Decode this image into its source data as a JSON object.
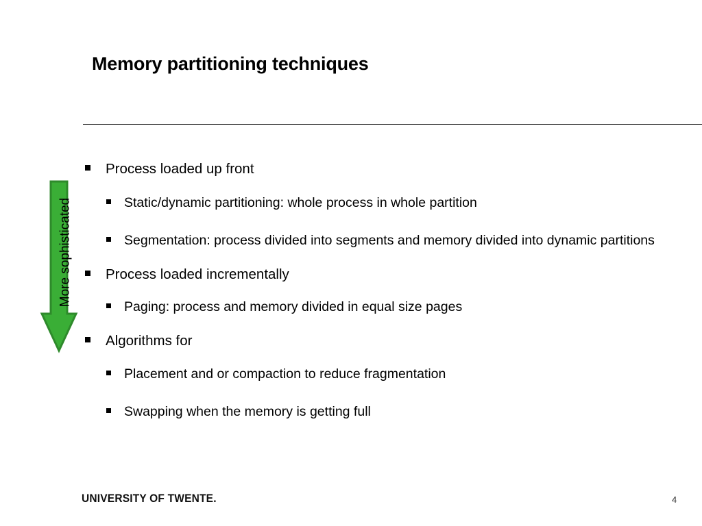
{
  "slide": {
    "title": "Memory partitioning techniques",
    "page_number": "4",
    "footer_brand": "UNIVERSITY OF TWENTE.",
    "divider": true
  },
  "arrow": {
    "label": "More sophisticated",
    "direction": "down",
    "fill_color": "#3aae36",
    "stroke_color": "#2e8a2b"
  },
  "bullets": [
    {
      "level": 1,
      "text": "Process loaded up front"
    },
    {
      "level": 2,
      "text": "Static/dynamic partitioning: whole process in whole partition"
    },
    {
      "level": 2,
      "text": "Segmentation: process divided into segments and memory divided into dynamic partitions"
    },
    {
      "level": 1,
      "text": "Process loaded incrementally"
    },
    {
      "level": 2,
      "text": "Paging: process and memory divided in equal size pages"
    },
    {
      "level": 1,
      "text": "Algorithms for"
    },
    {
      "level": 2,
      "text": "Placement and or compaction to reduce fragmentation"
    },
    {
      "level": 2,
      "text": "Swapping when the memory is getting full"
    }
  ]
}
